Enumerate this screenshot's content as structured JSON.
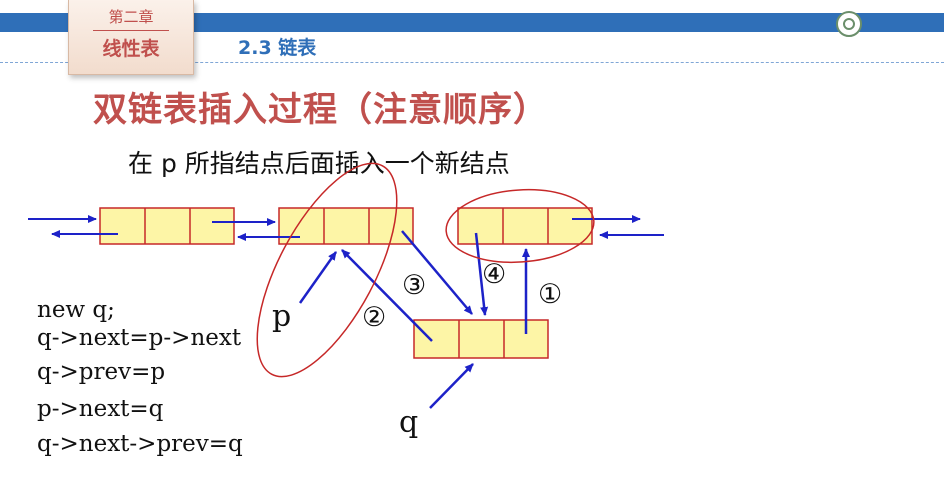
{
  "header": {
    "chapter_label": "第二章",
    "chapter_name": "线性表",
    "section": "2.3 链表",
    "colors": {
      "band": "#2f6fb8",
      "accent": "#c0504d"
    }
  },
  "title": "双链表插入过程（注意顺序）",
  "subtitle": "在 p 所指结点后面插入一个新结点",
  "code": [
    "new q;",
    "q->next=p->next",
    "q->prev=p",
    "p->next=q",
    "q->next->prev=q"
  ],
  "diagram": {
    "pointer_p": "p",
    "pointer_q": "q",
    "steps": [
      "①",
      "②",
      "③",
      "④"
    ],
    "colors": {
      "node_fill": "#fdf5a6",
      "node_border": "#c62828",
      "arrow": "#1d22c8",
      "ellipse": "#c62828"
    }
  }
}
